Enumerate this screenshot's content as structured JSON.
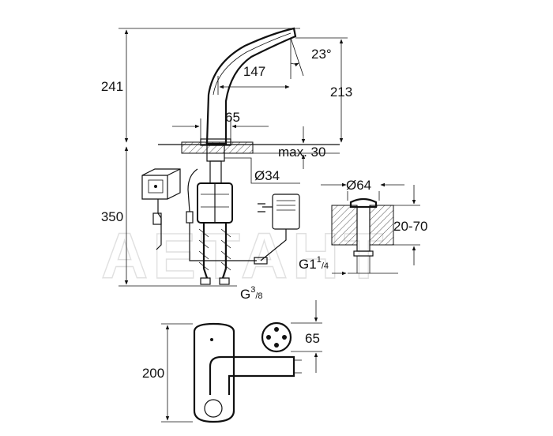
{
  "dimensions": {
    "height_total": "241",
    "spout_height": "213",
    "spout_angle": "23°",
    "spout_reach": "147",
    "base_width": "65",
    "max_thickness": "max. 30",
    "hole_diameter": "Ø34",
    "mount_height": "350",
    "thread_g38_base": "G",
    "thread_g38_sup": "3",
    "thread_g38_den": "/8",
    "drain_diameter": "Ø64",
    "drain_range": "20-70",
    "thread_g114_base": "G1",
    "thread_g114_sup": "1",
    "thread_g114_den": "/4",
    "plan_height": "200",
    "sensor_diameter": "65"
  },
  "watermark": "АЕТАНТ"
}
